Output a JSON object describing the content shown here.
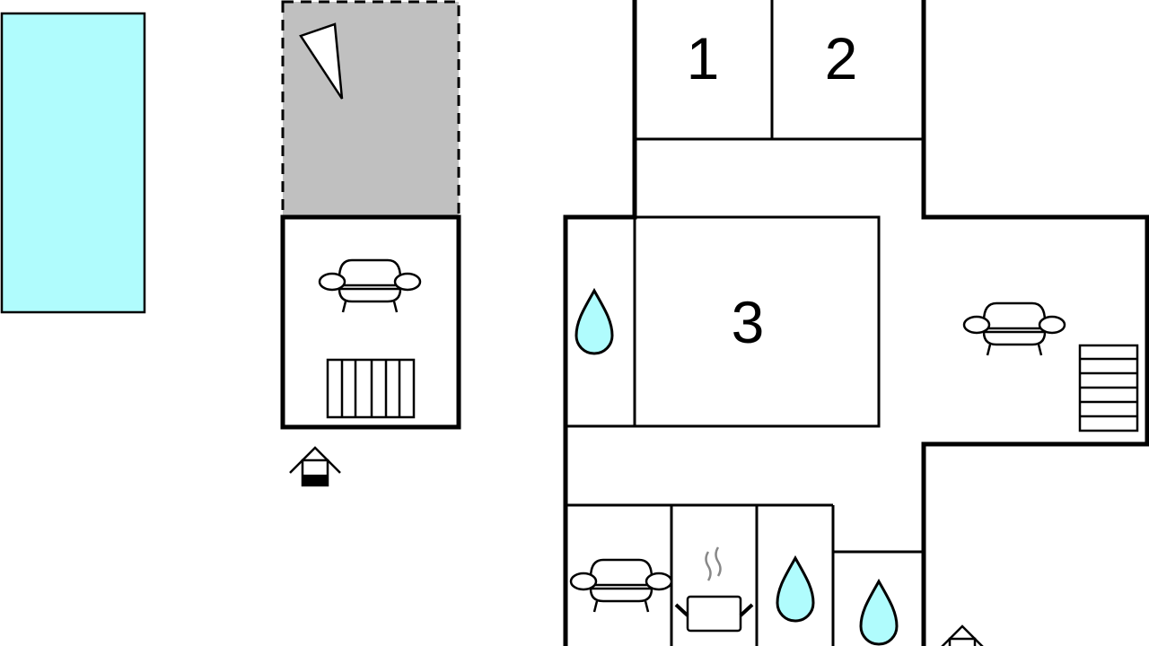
{
  "plan": {
    "rooms": [
      {
        "label": "1"
      },
      {
        "label": "2"
      },
      {
        "label": "3"
      }
    ]
  },
  "colors": {
    "pool": "#b0fcfd",
    "terrace": "#c0c0c0",
    "water": "#b0fcfd",
    "wall": "#000000"
  }
}
